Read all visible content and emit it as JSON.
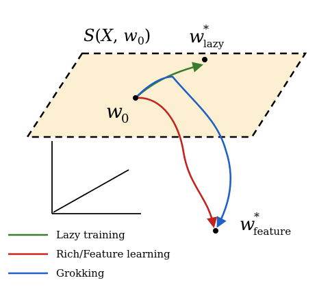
{
  "labels": {
    "manifold": {
      "s": "S",
      "open": "(",
      "x": "X",
      "comma": ", ",
      "w": "w",
      "sub": "0",
      "close": ")"
    },
    "w_lazy": {
      "base": "w",
      "star": "*",
      "sub": "lazy"
    },
    "w0": {
      "base": "w",
      "sub": "0"
    },
    "w_feature": {
      "base": "w",
      "star": "*",
      "sub": "feature"
    }
  },
  "legend": {
    "items": [
      {
        "label": "Lazy training",
        "color": "#3a7d2c"
      },
      {
        "label": "Rich/Feature learning",
        "color": "#c4221c"
      },
      {
        "label": "Grokking",
        "color": "#2160c4"
      }
    ]
  },
  "colors": {
    "plane_fill": "#fdf0d2",
    "lazy": "#3a7d2c",
    "rich": "#c4221c",
    "grokking": "#2160c4"
  }
}
